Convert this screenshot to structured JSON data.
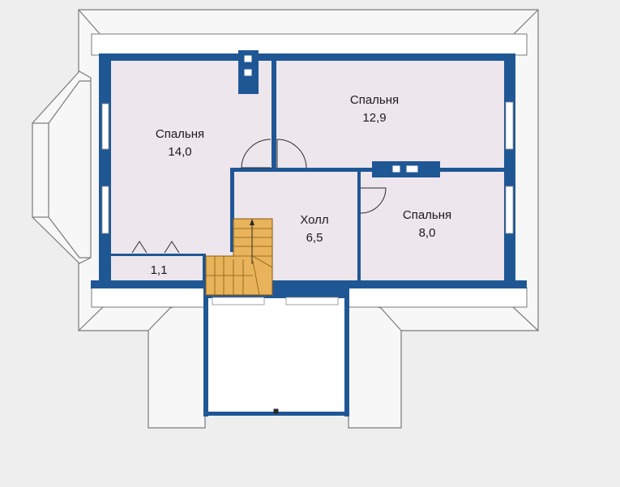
{
  "rooms": {
    "bedroom_1": {
      "label": "Спальня",
      "area": "14,0"
    },
    "bedroom_2": {
      "label": "Спальня",
      "area": "12,9"
    },
    "bedroom_3": {
      "label": "Спальня",
      "area": "8,0"
    },
    "hall": {
      "label": "Холл",
      "area": "6,5"
    },
    "closet": {
      "area": "1,1"
    }
  },
  "colors": {
    "background": "#eeeeef",
    "wall": "#1f5795",
    "room_fill": "#ede6ec",
    "roof_line": "#7b7b7b",
    "stairs": "#e8b35a",
    "window": "#ffffff"
  }
}
